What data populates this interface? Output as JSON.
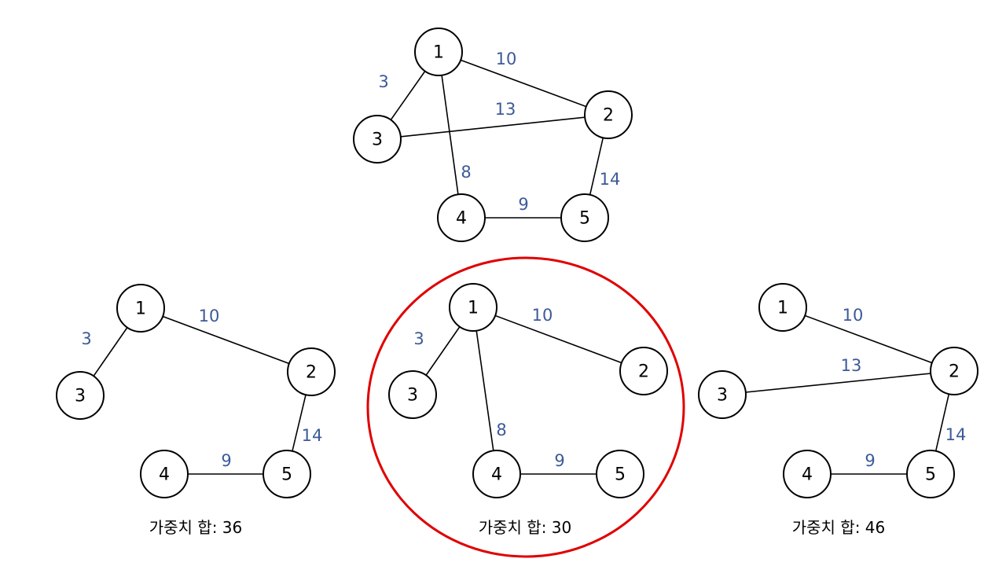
{
  "colors": {
    "weight_text": "#3d5a99",
    "highlight_ring": "#e00000",
    "edge": "#000000",
    "node_border": "#000000"
  },
  "graphs": [
    {
      "id": "original",
      "nodes": [
        "1",
        "2",
        "3",
        "4",
        "5"
      ],
      "edges": [
        {
          "from": "1",
          "to": "3",
          "weight": "3"
        },
        {
          "from": "1",
          "to": "2",
          "weight": "10"
        },
        {
          "from": "3",
          "to": "2",
          "weight": "13"
        },
        {
          "from": "1",
          "to": "4",
          "weight": "8"
        },
        {
          "from": "2",
          "to": "5",
          "weight": "14"
        },
        {
          "from": "4",
          "to": "5",
          "weight": "9"
        }
      ],
      "sum_label": ""
    },
    {
      "id": "tree-a",
      "nodes": [
        "1",
        "2",
        "3",
        "4",
        "5"
      ],
      "edges": [
        {
          "from": "1",
          "to": "3",
          "weight": "3"
        },
        {
          "from": "1",
          "to": "2",
          "weight": "10"
        },
        {
          "from": "2",
          "to": "5",
          "weight": "14"
        },
        {
          "from": "4",
          "to": "5",
          "weight": "9"
        }
      ],
      "sum_label": "가중치 합: 36"
    },
    {
      "id": "tree-b",
      "highlighted": true,
      "nodes": [
        "1",
        "2",
        "3",
        "4",
        "5"
      ],
      "edges": [
        {
          "from": "1",
          "to": "3",
          "weight": "3"
        },
        {
          "from": "1",
          "to": "2",
          "weight": "10"
        },
        {
          "from": "1",
          "to": "4",
          "weight": "8"
        },
        {
          "from": "4",
          "to": "5",
          "weight": "9"
        }
      ],
      "sum_label": "가중치 합: 30"
    },
    {
      "id": "tree-c",
      "nodes": [
        "1",
        "2",
        "3",
        "4",
        "5"
      ],
      "edges": [
        {
          "from": "1",
          "to": "2",
          "weight": "10"
        },
        {
          "from": "3",
          "to": "2",
          "weight": "13"
        },
        {
          "from": "2",
          "to": "5",
          "weight": "14"
        },
        {
          "from": "4",
          "to": "5",
          "weight": "9"
        }
      ],
      "sum_label": "가중치 합: 46"
    }
  ]
}
